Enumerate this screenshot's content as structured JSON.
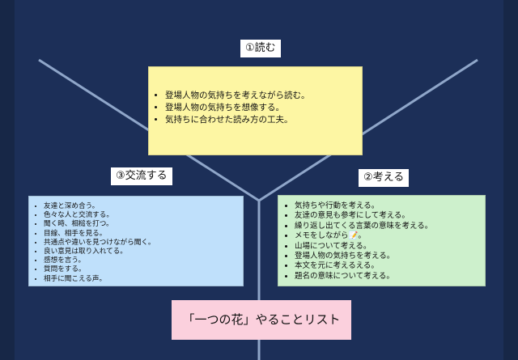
{
  "sections": {
    "read": {
      "label": "①読む",
      "items": [
        "登場人物の気持ちを考えながら読む。",
        "登場人物の気持ちを想像する。",
        "気持ちに合わせた読み方の工夫。"
      ]
    },
    "think": {
      "label": "②考える",
      "items": [
        "気持ちや行動を考える。",
        "友達の意見も参考にして考える。",
        "繰り返し出てくる言葉の意味を考える。",
        "メモをしながら📝。",
        "山場について考える。",
        "登場人物の気持ちを考える。",
        "本文を元に考えるえる。",
        "題名の意味について考える。"
      ]
    },
    "exchange": {
      "label": "③交流する",
      "items": [
        "友達と深め合う。",
        "色々な人と交流する。",
        "聞く時、相槌を打つ。",
        "目線、相手を見る。",
        "共通点や違いを見つけながら聞く。",
        "良い意見は取り入れてる。",
        "感想を言う。",
        "質問をする。",
        "相手に聞こえる声。"
      ]
    }
  },
  "title": "「一つの花」やることリスト",
  "colors": {
    "background": "#1c2f58",
    "lines": "#8fa6c9",
    "read_box": "#fdf6a3",
    "think_box": "#cdf0cc",
    "exchange_box": "#bfe0fb",
    "title_box": "#fbd0dd"
  }
}
